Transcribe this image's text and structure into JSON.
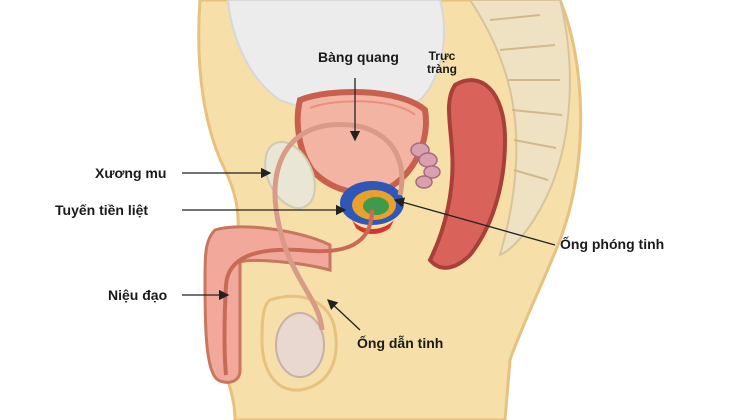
{
  "labels": {
    "bladder": "Bàng quang",
    "rectum_line1": "Trực",
    "rectum_line2": "tràng",
    "pubic_bone": "Xương mu",
    "prostate": "Tuyến tiền liệt",
    "urethra": "Niệu đạo",
    "ejaculatory_duct": "Ống phóng tinh",
    "vas_deferens": "Ống dẫn tinh"
  },
  "colors": {
    "skin": "#f6dfa8",
    "skin_edge": "#e6c27e",
    "body_cavity": "#ececec",
    "tissue_pink": "#f2a89b",
    "bladder_fill": "#f4b4a3",
    "bladder_wall": "#c9604e",
    "rectum_fill": "#d9635a",
    "rectum_wall": "#a8403a",
    "spine_fill": "#efe2c2",
    "bone_fill": "#e9e6d6",
    "prostate_outer": "#2f57b7",
    "prostate_mid": "#eaa12c",
    "prostate_inner": "#3f9a4c",
    "prostate_bottom": "#d8342b",
    "leader_line": "#222222"
  }
}
